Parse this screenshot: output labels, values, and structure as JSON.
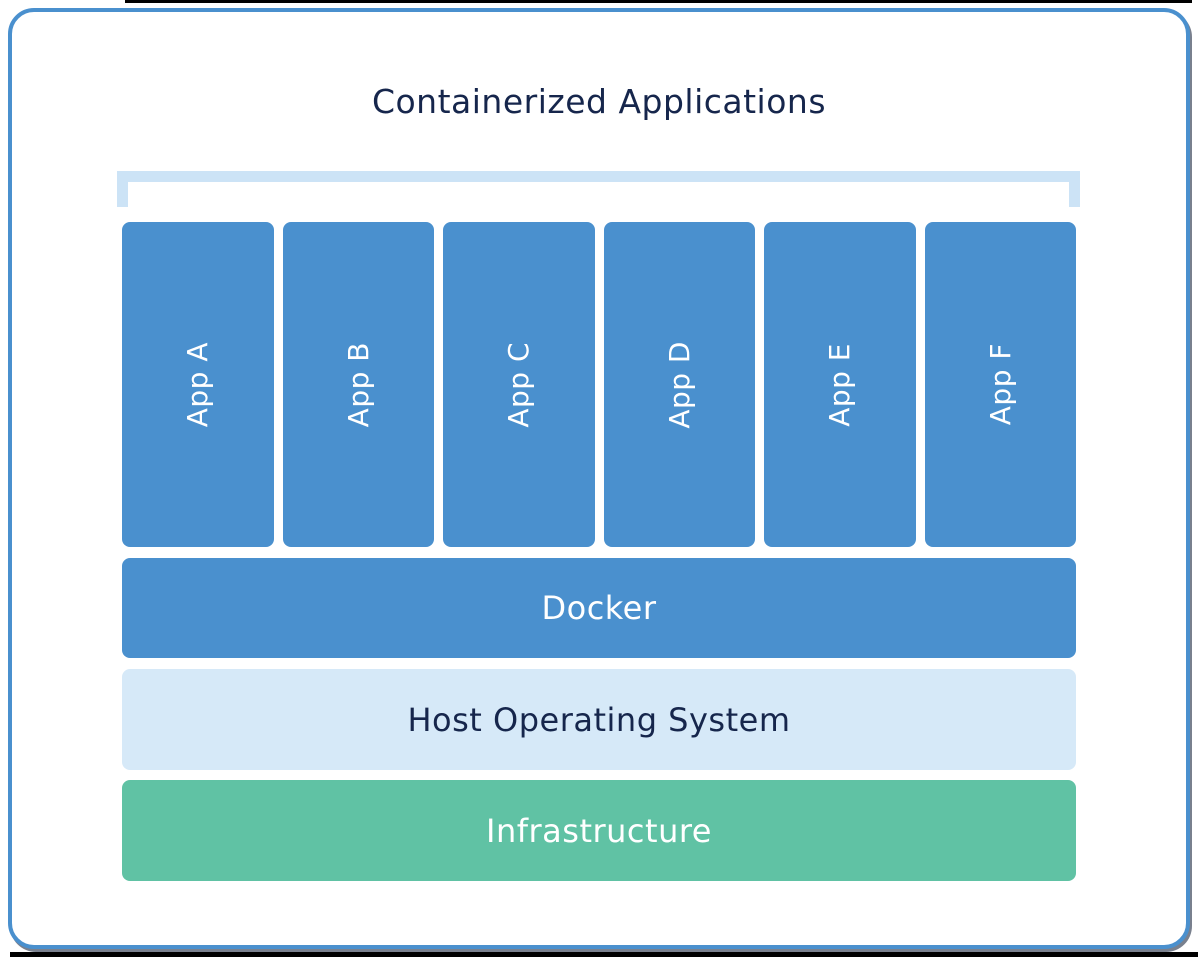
{
  "diagram": {
    "title": "Containerized Applications",
    "apps": [
      "App A",
      "App B",
      "App C",
      "App D",
      "App E",
      "App F"
    ],
    "layers": {
      "docker": "Docker",
      "host_os": "Host Operating System",
      "infrastructure": "Infrastructure"
    },
    "colors": {
      "primary_blue": "#4A90CE",
      "light_blue_layer": "#D6E9F8",
      "bracket_blue": "#CCE3F6",
      "infrastructure_green": "#60C2A4",
      "navy_text": "#16264C",
      "card_border": "#4A90CE",
      "card_background": "#FFFFFF",
      "label_white": "#FFFFFF"
    }
  }
}
